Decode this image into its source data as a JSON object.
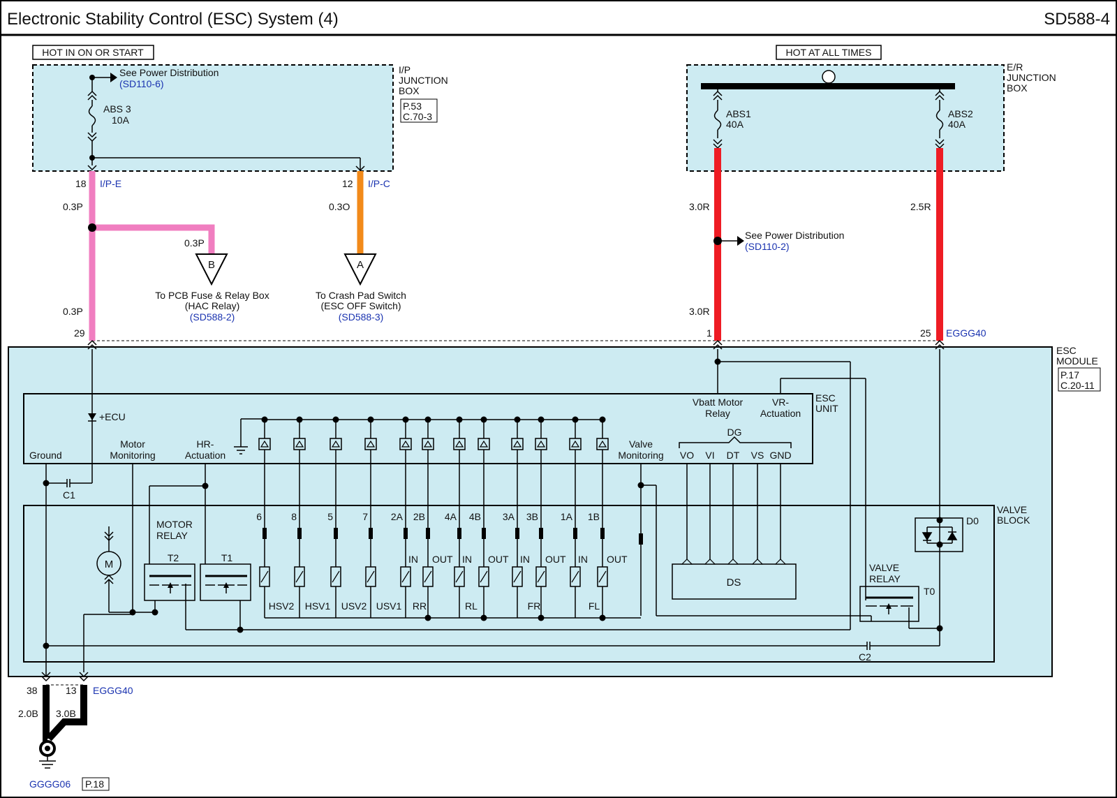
{
  "header": {
    "title": "Electronic Stability Control (ESC) System (4)",
    "code": "SD588-4"
  },
  "colors": {
    "box": "#cdebf2",
    "pink": "#f07ec0",
    "orange": "#f28a1a",
    "red": "#ee1c24",
    "ref": "#1a33b0"
  },
  "power": {
    "hot_on": "HOT IN ON OR START",
    "hot_all": "HOT AT ALL TIMES",
    "see_power": "See Power Distribution",
    "ref_left": "(SD110-6)",
    "ref_right": "(SD110-2)"
  },
  "ip_box": {
    "line1": "I/P",
    "line2": "JUNCTION",
    "line3": "BOX",
    "page": "P.53",
    "conn": "C.70-3"
  },
  "er_box": {
    "line1": "E/R",
    "line2": "JUNCTION",
    "line3": "BOX"
  },
  "fuses": {
    "abs3_name": "ABS 3",
    "abs3_rating": "10A",
    "abs1_name": "ABS1",
    "abs1_rating": "40A",
    "abs2_name": "ABS2",
    "abs2_rating": "40A"
  },
  "wires": {
    "pin18": "18",
    "conn_ipe": "I/P-E",
    "w03p": "0.3P",
    "pin12": "12",
    "conn_ipc": "I/P-C",
    "w03o": "0.3O",
    "w30r": "3.0R",
    "w25r": "2.5R",
    "pin29": "29",
    "pin1": "1",
    "pin25": "25",
    "egg40": "EGGG40",
    "pin38": "38",
    "pin13": "13",
    "w20b": "2.0B",
    "w30b": "3.0B"
  },
  "connectors": {
    "b_letter": "B",
    "a_letter": "A",
    "b_line1": "To PCB Fuse & Relay Box",
    "b_line2": "(HAC Relay)",
    "b_ref": "(SD588-2)",
    "a_line1": "To Crash Pad Switch",
    "a_line2": "(ESC OFF Switch)",
    "a_ref": "(SD588-3)"
  },
  "esc_module": {
    "line1": "ESC",
    "line2": "MODULE",
    "page": "P.17",
    "conn": "C.20-11"
  },
  "esc_unit": {
    "line1": "ESC",
    "line2": "UNIT",
    "ecu": "+ECU",
    "ground": "Ground",
    "motor_mon1": "Motor",
    "motor_mon2": "Monitoring",
    "hr1": "HR-",
    "hr2": "Actuation",
    "valve_mon1": "Valve",
    "valve_mon2": "Monitoring",
    "vbatt1": "Vbatt Motor",
    "vbatt2": "Relay",
    "vr1": "VR-",
    "vr2": "Actuation",
    "dg": "DG",
    "dg_pins": [
      "VO",
      "VI",
      "DT",
      "VS",
      "GND"
    ],
    "c1": "C1"
  },
  "valve_block": {
    "line1": "VALVE",
    "line2": "BLOCK",
    "motor_relay1": "MOTOR",
    "motor_relay2": "RELAY",
    "t2": "T2",
    "t1": "T1",
    "m": "M",
    "valve_nums": [
      "6",
      "8",
      "5",
      "7",
      "2A",
      "2B",
      "4A",
      "4B",
      "3A",
      "3B",
      "1A",
      "1B"
    ],
    "in": "IN",
    "out": "OUT",
    "groups": [
      "HSV2",
      "HSV1",
      "USV2",
      "USV1",
      "RR",
      "RL",
      "FR",
      "FL"
    ],
    "ds": "DS",
    "d0": "D0",
    "valve_relay1": "VALVE",
    "valve_relay2": "RELAY",
    "t0": "T0",
    "c2": "C2"
  },
  "ground": {
    "name": "GGGG06",
    "page": "P.18"
  }
}
